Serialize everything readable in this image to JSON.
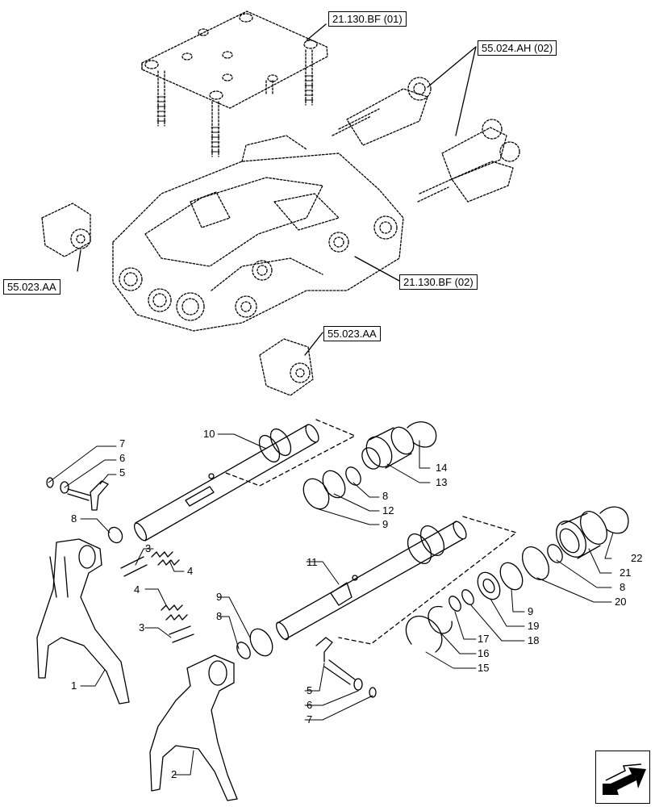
{
  "references": [
    {
      "id": "ref-21130bf-01",
      "label": "21.130.BF (01)"
    },
    {
      "id": "ref-55024ah-02",
      "label": "55.024.AH (02)"
    },
    {
      "id": "ref-55023aa-left",
      "label": "55.023.AA"
    },
    {
      "id": "ref-21130bf-02",
      "label": "21.130.BF (02)"
    },
    {
      "id": "ref-55023aa-bottom",
      "label": "55.023.AA"
    }
  ],
  "callouts": [
    "10",
    "7",
    "6",
    "5",
    "14",
    "13",
    "8",
    "12",
    "9",
    "8",
    "3",
    "4",
    "22",
    "11",
    "21",
    "4",
    "9",
    "8",
    "8",
    "20",
    "9",
    "19",
    "3",
    "17",
    "18",
    "16",
    "15",
    "1",
    "5",
    "6",
    "7",
    "2"
  ],
  "nav_icon": "next-page-arrow-icon"
}
